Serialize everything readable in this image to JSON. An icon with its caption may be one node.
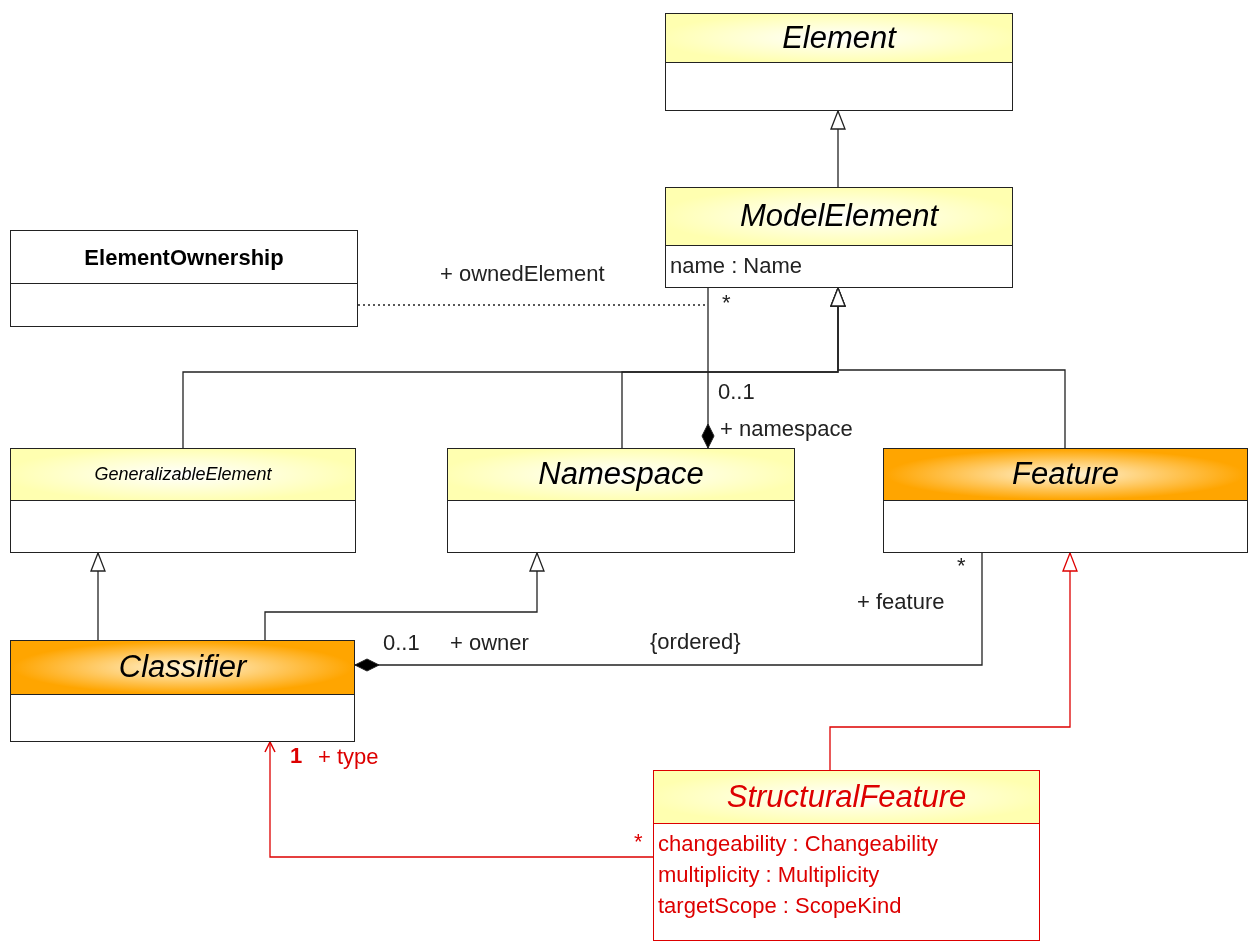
{
  "diagram": {
    "nodes": [
      {
        "text": [
          "Element"
        ]
      },
      {
        "text": [
          "ModelElement",
          "name : Name"
        ]
      },
      {
        "text": [
          "ElementOwnership"
        ]
      },
      {
        "text": [
          "GeneralizableElement"
        ]
      },
      {
        "text": [
          "Namespace"
        ]
      },
      {
        "text": [
          "Feature"
        ]
      },
      {
        "text": [
          "Classifier"
        ]
      },
      {
        "text": [
          "StructuralFeature",
          "changeability : Changeability",
          "multiplicity : Multiplicity",
          "targetScope : ScopeKind"
        ]
      }
    ],
    "edges": [
      {
        "from": 1,
        "to": 0,
        "arrow": "to"
      },
      {
        "from": 3,
        "to": 1,
        "arrow": "to"
      },
      {
        "from": 4,
        "to": 1,
        "arrow": "to"
      },
      {
        "from": 5,
        "to": 1,
        "arrow": "to"
      },
      {
        "from": 1,
        "to": 4,
        "arrow": "other"
      },
      {
        "from": 2,
        "to": null,
        "arrow": "none",
        "style": "dashed"
      },
      {
        "from": 6,
        "to": 3,
        "arrow": "to"
      },
      {
        "from": 6,
        "to": 4,
        "arrow": "to"
      },
      {
        "from": 5,
        "to": 6,
        "arrow": "other",
        "label": "{ordered}"
      },
      {
        "from": 7,
        "to": 5,
        "arrow": "to",
        "color": "#dd0000"
      },
      {
        "from": 7,
        "to": 6,
        "arrow": "to",
        "color": "#dd0000"
      }
    ],
    "labels": [
      "+ ownedElement",
      "*",
      "0..1",
      "+ namespace",
      "*",
      "+ feature",
      "0..1",
      "+ owner",
      "1",
      "+ type",
      "*"
    ]
  }
}
